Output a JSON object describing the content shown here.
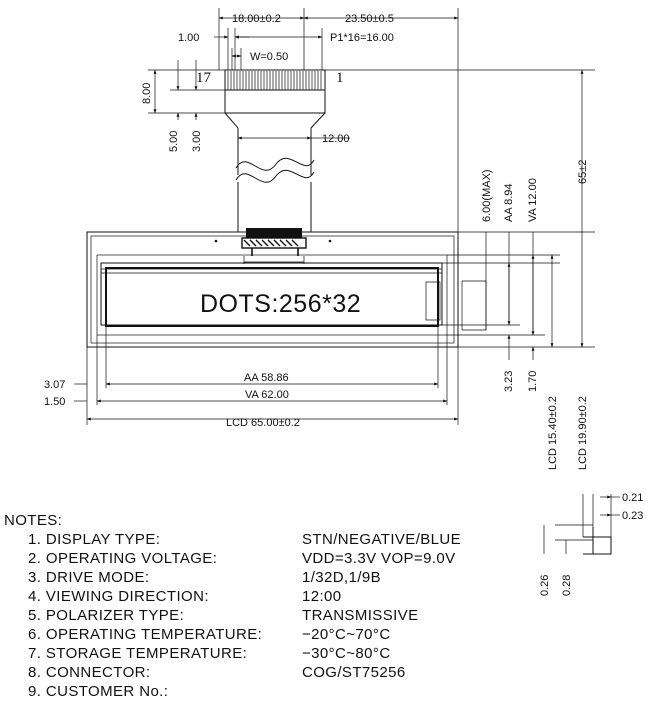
{
  "dimensions": {
    "top_width": "18.00±0.2",
    "top_offset": "23.50±0.5",
    "left_margin": "1.00",
    "pitch": "P1*16=16.00",
    "pin_width": "W=0.50",
    "pin_first": "17",
    "pin_last": "1",
    "fpc_height": "8.00",
    "fpc_5": "5.00",
    "fpc_3": "3.00",
    "fpc_width": "12.00",
    "thickness": "6.00(MAX)",
    "aa_height": "AA  8.94",
    "va_height": "VA  12.00",
    "overall_height": "65±2",
    "edge_307": "3.07",
    "edge_150": "1.50",
    "aa_width": "AA  58.86",
    "va_width": "VA  62.00",
    "lcd_width": "LCD  65.00±0.2",
    "bottom_323": "3.23",
    "bottom_170": "1.70",
    "lcd_height": "LCD  15.40±0.2",
    "lcd_total": "LCD  19.90±0.2",
    "dot_021": "0.21",
    "dot_023": "0.23",
    "dot_026": "0.26",
    "dot_028": "0.28"
  },
  "display_label": "DOTS:256*32",
  "notes": {
    "title": "NOTES:",
    "items": [
      {
        "label": "1.  DISPLAY  TYPE:",
        "value": "STN/NEGATIVE/BLUE"
      },
      {
        "label": "2.  OPERATING  VOLTAGE:",
        "value": "VDD=3.3V  VOP=9.0V"
      },
      {
        "label": "3.  DRIVE  MODE:",
        "value": "1/32D,1/9B"
      },
      {
        "label": "4.  VIEWING  DIRECTION:",
        "value": "12:00"
      },
      {
        "label": "5.  POLARIZER  TYPE:",
        "value": "TRANSMISSIVE"
      },
      {
        "label": "6.  OPERATING  TEMPERATURE:",
        "value": "−20°C~70°C"
      },
      {
        "label": "7.  STORAGE  TEMPERATURE:",
        "value": "−30°C~80°C"
      },
      {
        "label": "8.  CONNECTOR:",
        "value": "COG/ST75256"
      },
      {
        "label": "9.  CUSTOMER  No.:",
        "value": ""
      }
    ]
  }
}
